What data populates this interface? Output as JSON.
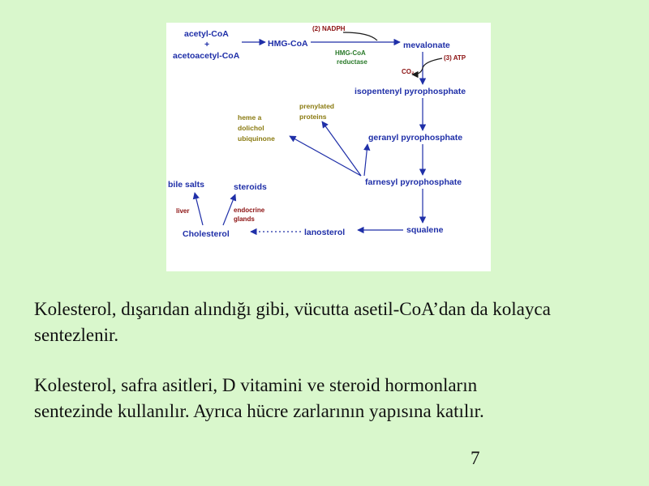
{
  "diagram": {
    "nodes": {
      "acetyl_coa": "acetyl-CoA",
      "plus": "+",
      "acetoacetyl_coa": "acetoacetyl-CoA",
      "hmg_coa": "HMG-CoA",
      "mevalonate": "mevalonate",
      "isopentenyl": "isopentenyl pyrophosphate",
      "geranyl": "geranyl pyrophosphate",
      "farnesyl": "farnesyl pyrophosphate",
      "squalene": "squalene",
      "lanosterol": "lanosterol",
      "cholesterol": "Cholesterol",
      "bile_salts": "bile salts",
      "steroids": "steroids",
      "heme_a": "heme a",
      "dolichol": "dolichol",
      "ubiquinone": "ubiquinone",
      "prenylated": "prenylated",
      "proteins": "proteins"
    },
    "annotations": {
      "nadph": "(2) NADPH",
      "atp": "(3) ATP",
      "co2": "CO₂",
      "hmg_reductase_1": "HMG-CoA",
      "hmg_reductase_2": "reductase",
      "liver": "liver",
      "endocrine": "endocrine",
      "glands": "glands"
    },
    "colors": {
      "node": "#1f2fa8",
      "cofactor": "#8b1010",
      "enzyme": "#2a7a2a",
      "side_product": "#8a7a10"
    }
  },
  "paragraphs": {
    "p1": "Kolesterol, dışarıdan alındığı gibi, vücutta asetil-CoA’dan da kolayca sentezlenir.",
    "p2": "Kolesterol, safra asitleri, D vitamini ve steroid hormonların sentezinde kullanılır. Ayrıca hücre zarlarının yapısına katılır."
  },
  "page_number": "7"
}
